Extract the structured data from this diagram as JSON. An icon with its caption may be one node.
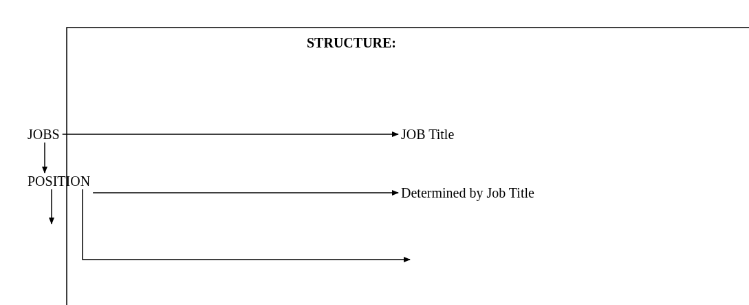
{
  "diagram": {
    "title": "STRUCTURE:",
    "nodes": [
      {
        "text": [
          "JOBS"
        ]
      },
      {
        "text": [
          "JOB Title"
        ]
      },
      {
        "text": [
          "POSITION"
        ]
      },
      {
        "text": [
          "Determined by Job Title"
        ]
      }
    ],
    "edges": [
      {
        "from": 0,
        "to": 1,
        "arrow": "to"
      },
      {
        "from": 0,
        "to": 2,
        "arrow": "to"
      },
      {
        "from": 2,
        "to": 3,
        "arrow": "to"
      },
      {
        "from": 2,
        "to": null,
        "arrow": "to"
      },
      {
        "from": 2,
        "to": null,
        "arrow": "to"
      }
    ]
  }
}
